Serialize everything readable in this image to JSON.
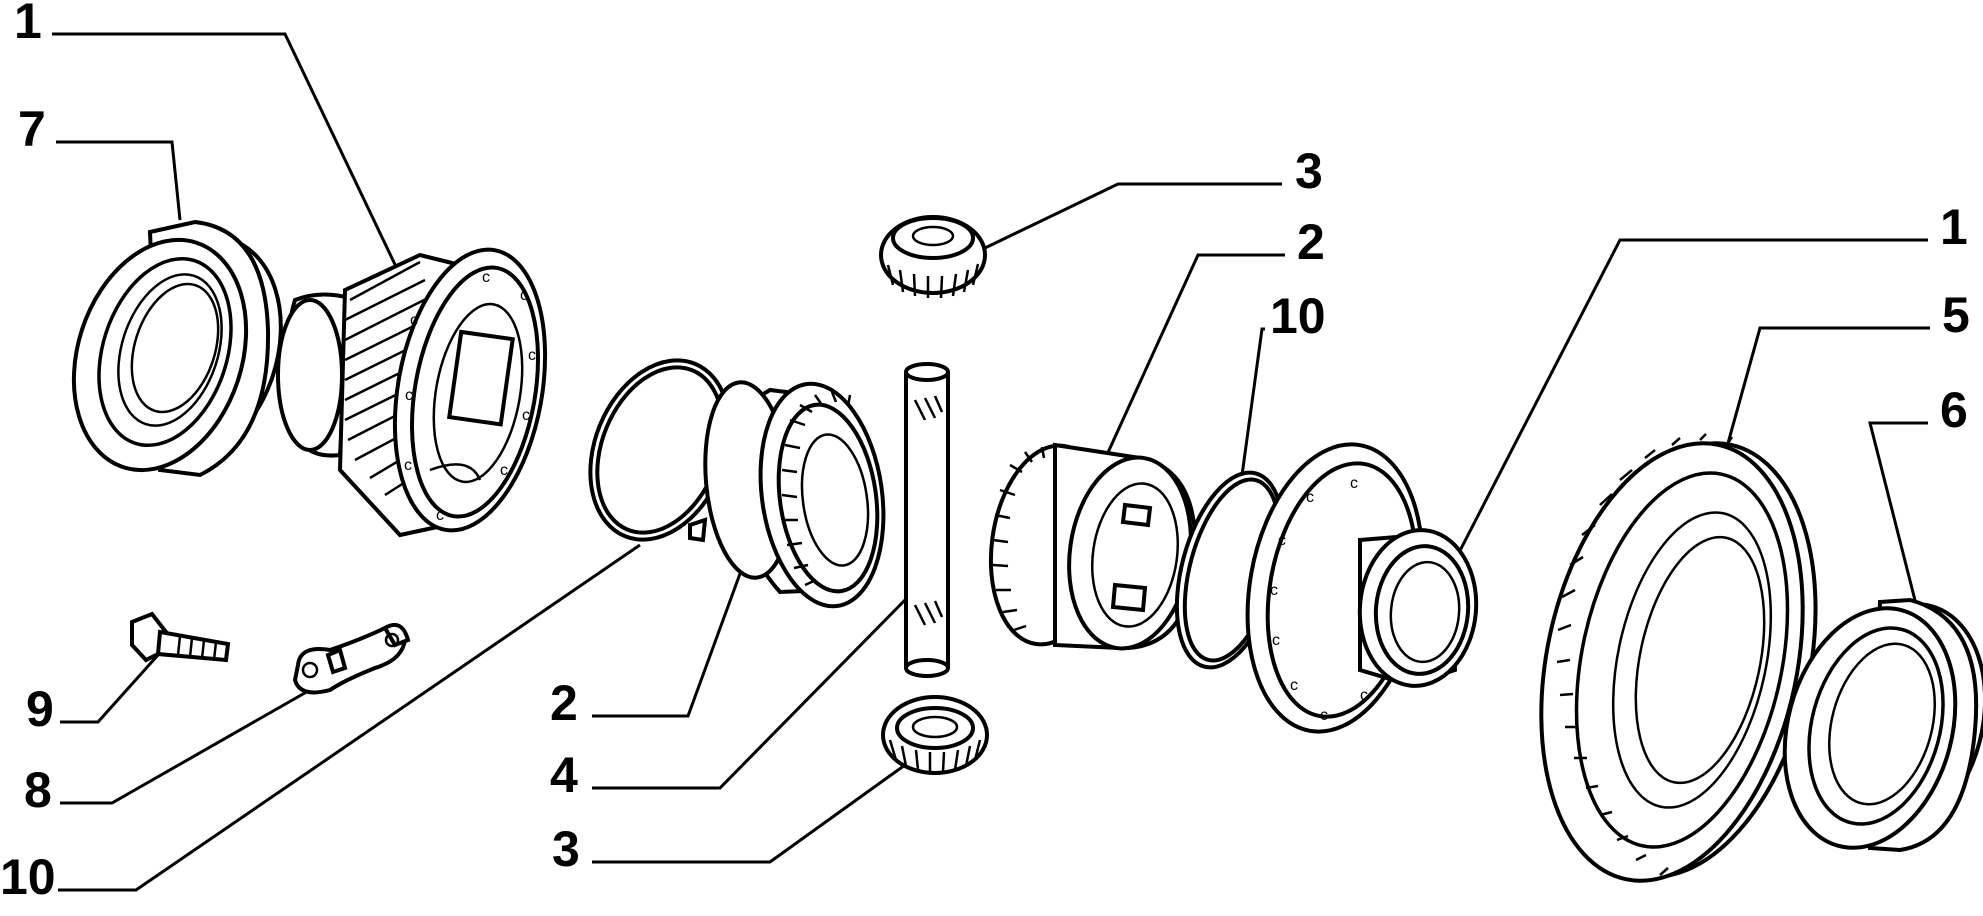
{
  "callouts": {
    "c1_left": "1",
    "c7": "7",
    "c3_top": "3",
    "c2_right": "2",
    "c1_right": "1",
    "c10_right": "10",
    "c5": "5",
    "c6": "6",
    "c9": "9",
    "c8": "8",
    "c10_left": "10",
    "c2_mid": "2",
    "c4": "4",
    "c3_bottom": "3"
  }
}
